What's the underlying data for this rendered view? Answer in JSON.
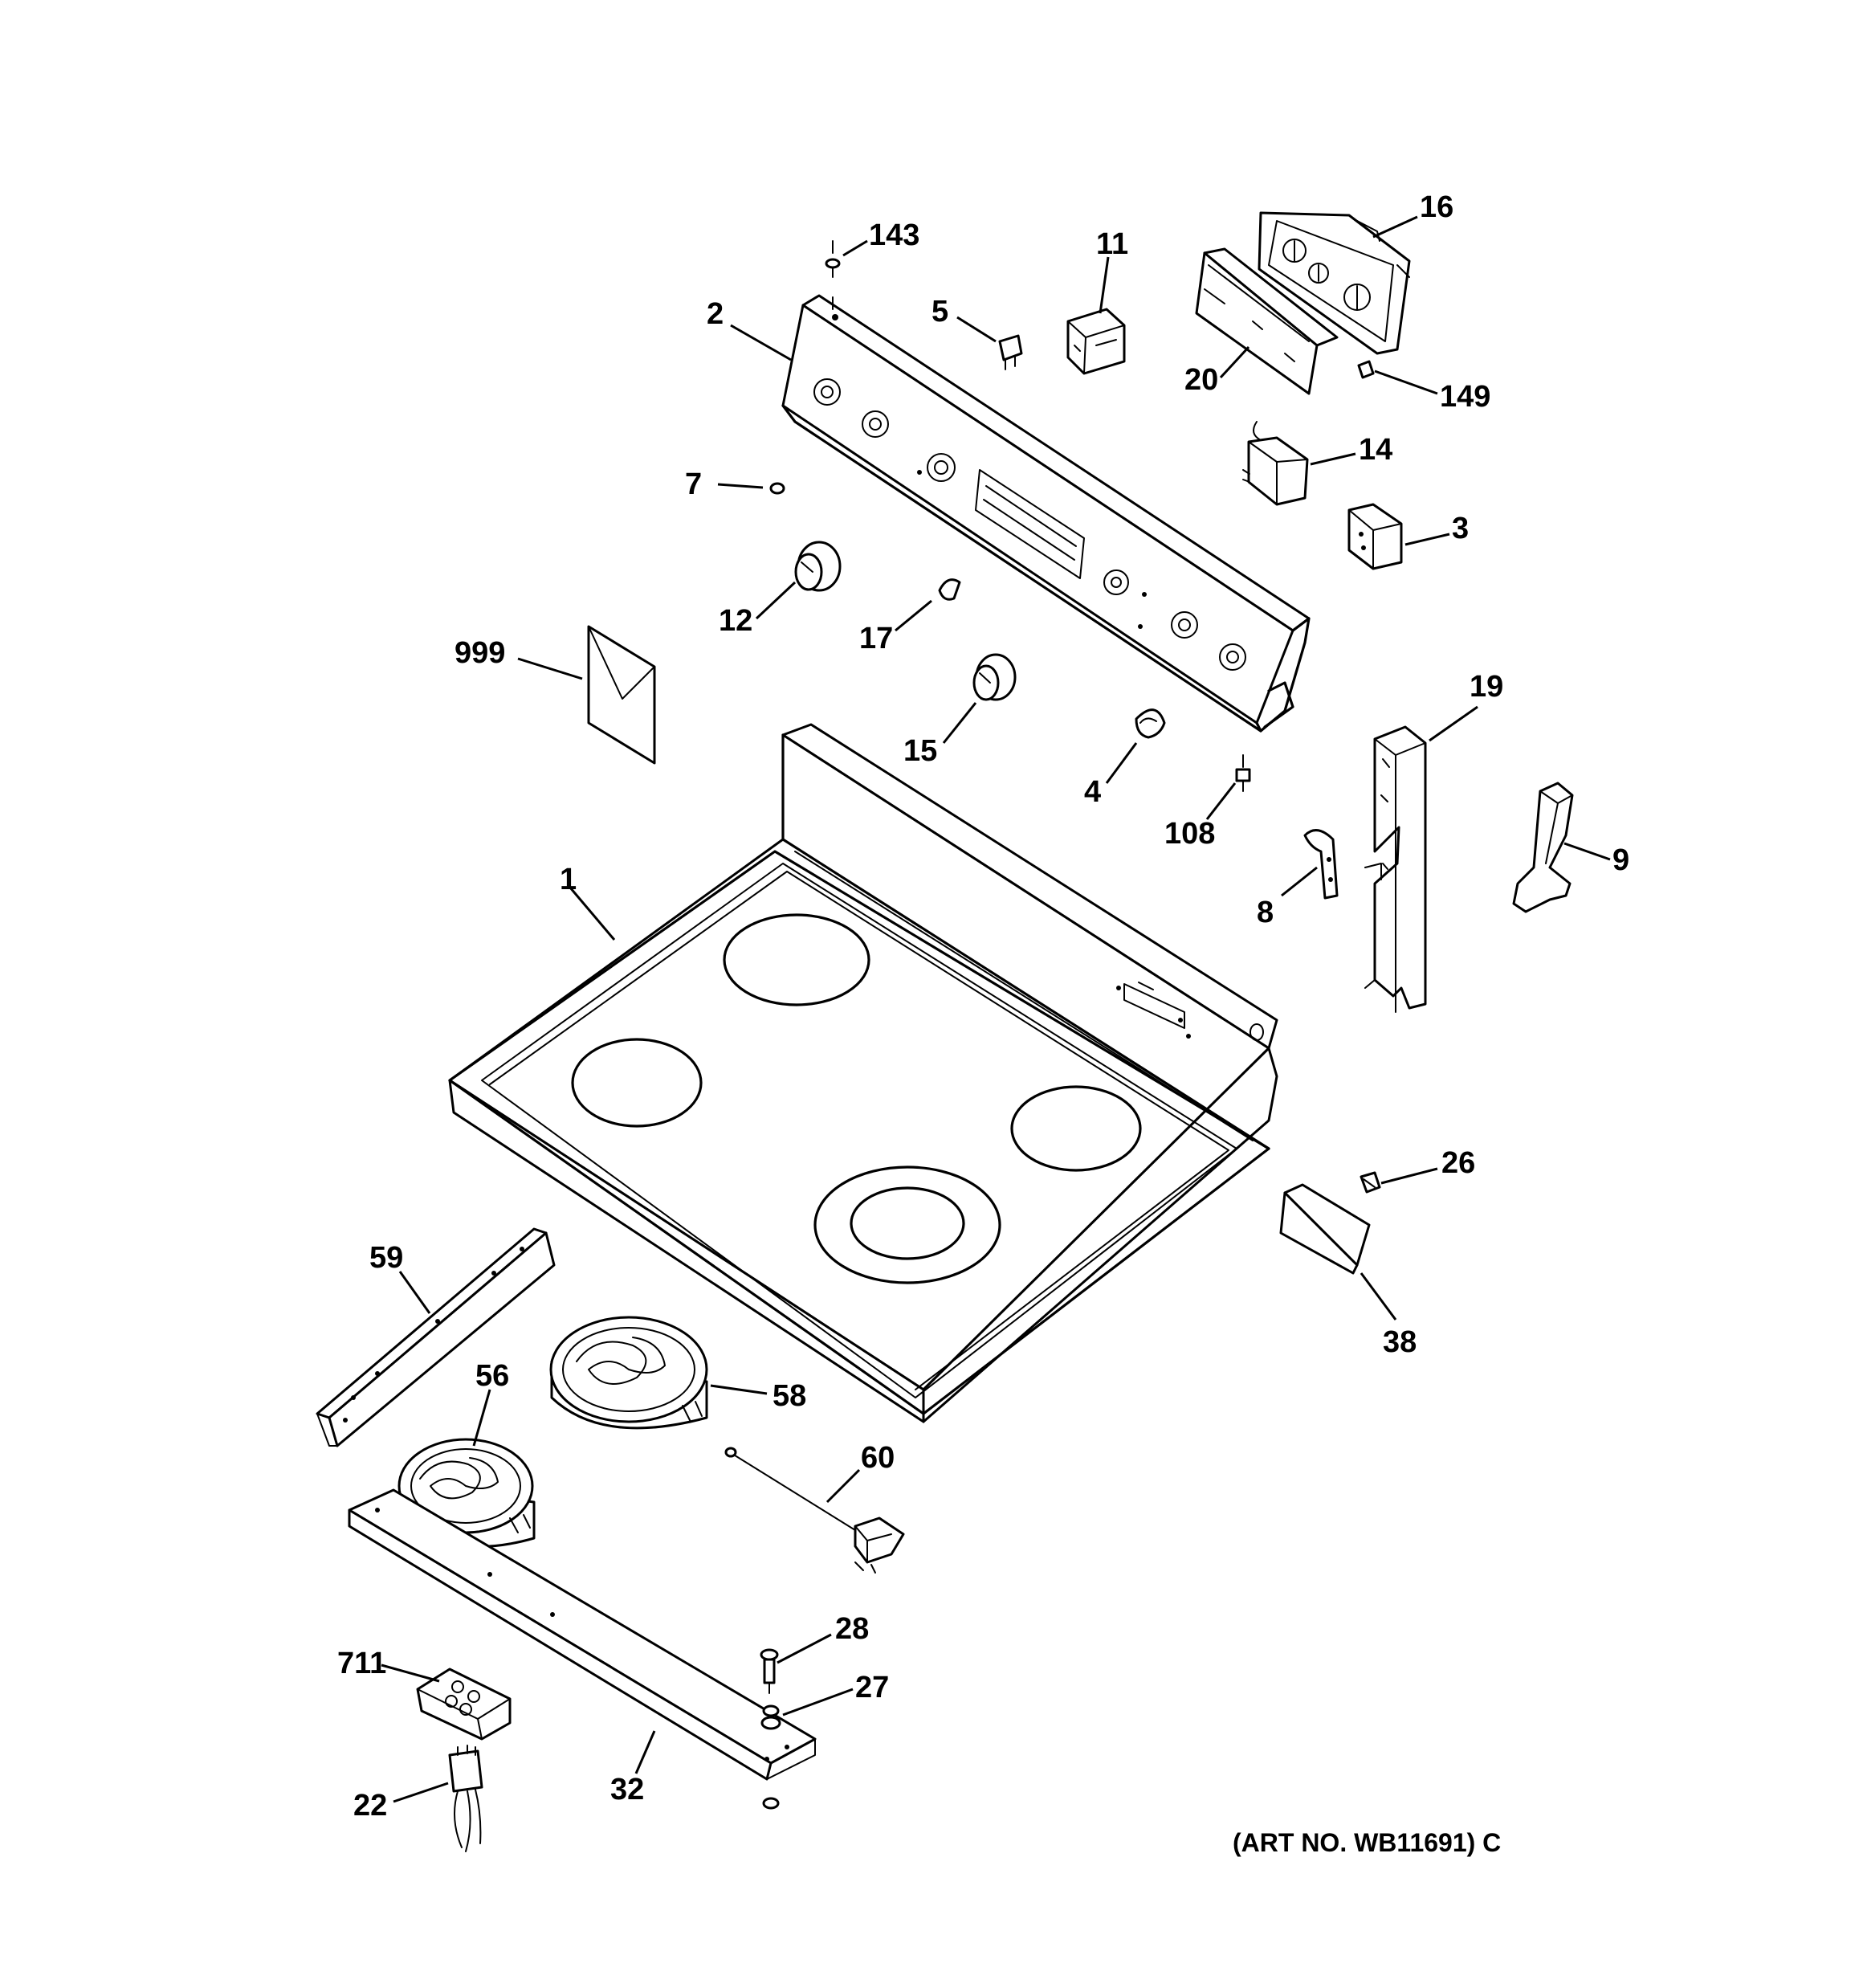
{
  "diagram": {
    "art_number": "(ART NO. WB11691) C",
    "callouts": [
      {
        "id": "143",
        "label": "143"
      },
      {
        "id": "2",
        "label": "2"
      },
      {
        "id": "5",
        "label": "5"
      },
      {
        "id": "11",
        "label": "11"
      },
      {
        "id": "16",
        "label": "16"
      },
      {
        "id": "20",
        "label": "20"
      },
      {
        "id": "149",
        "label": "149"
      },
      {
        "id": "14",
        "label": "14"
      },
      {
        "id": "3",
        "label": "3"
      },
      {
        "id": "7",
        "label": "7"
      },
      {
        "id": "12",
        "label": "12"
      },
      {
        "id": "17",
        "label": "17"
      },
      {
        "id": "999",
        "label": "999"
      },
      {
        "id": "15",
        "label": "15"
      },
      {
        "id": "4",
        "label": "4"
      },
      {
        "id": "108",
        "label": "108"
      },
      {
        "id": "19",
        "label": "19"
      },
      {
        "id": "9",
        "label": "9"
      },
      {
        "id": "8",
        "label": "8"
      },
      {
        "id": "1",
        "label": "1"
      },
      {
        "id": "26",
        "label": "26"
      },
      {
        "id": "38",
        "label": "38"
      },
      {
        "id": "59",
        "label": "59"
      },
      {
        "id": "56",
        "label": "56"
      },
      {
        "id": "58",
        "label": "58"
      },
      {
        "id": "60",
        "label": "60"
      },
      {
        "id": "28",
        "label": "28"
      },
      {
        "id": "711",
        "label": "711"
      },
      {
        "id": "27",
        "label": "27"
      },
      {
        "id": "22",
        "label": "22"
      },
      {
        "id": "32",
        "label": "32"
      }
    ]
  }
}
